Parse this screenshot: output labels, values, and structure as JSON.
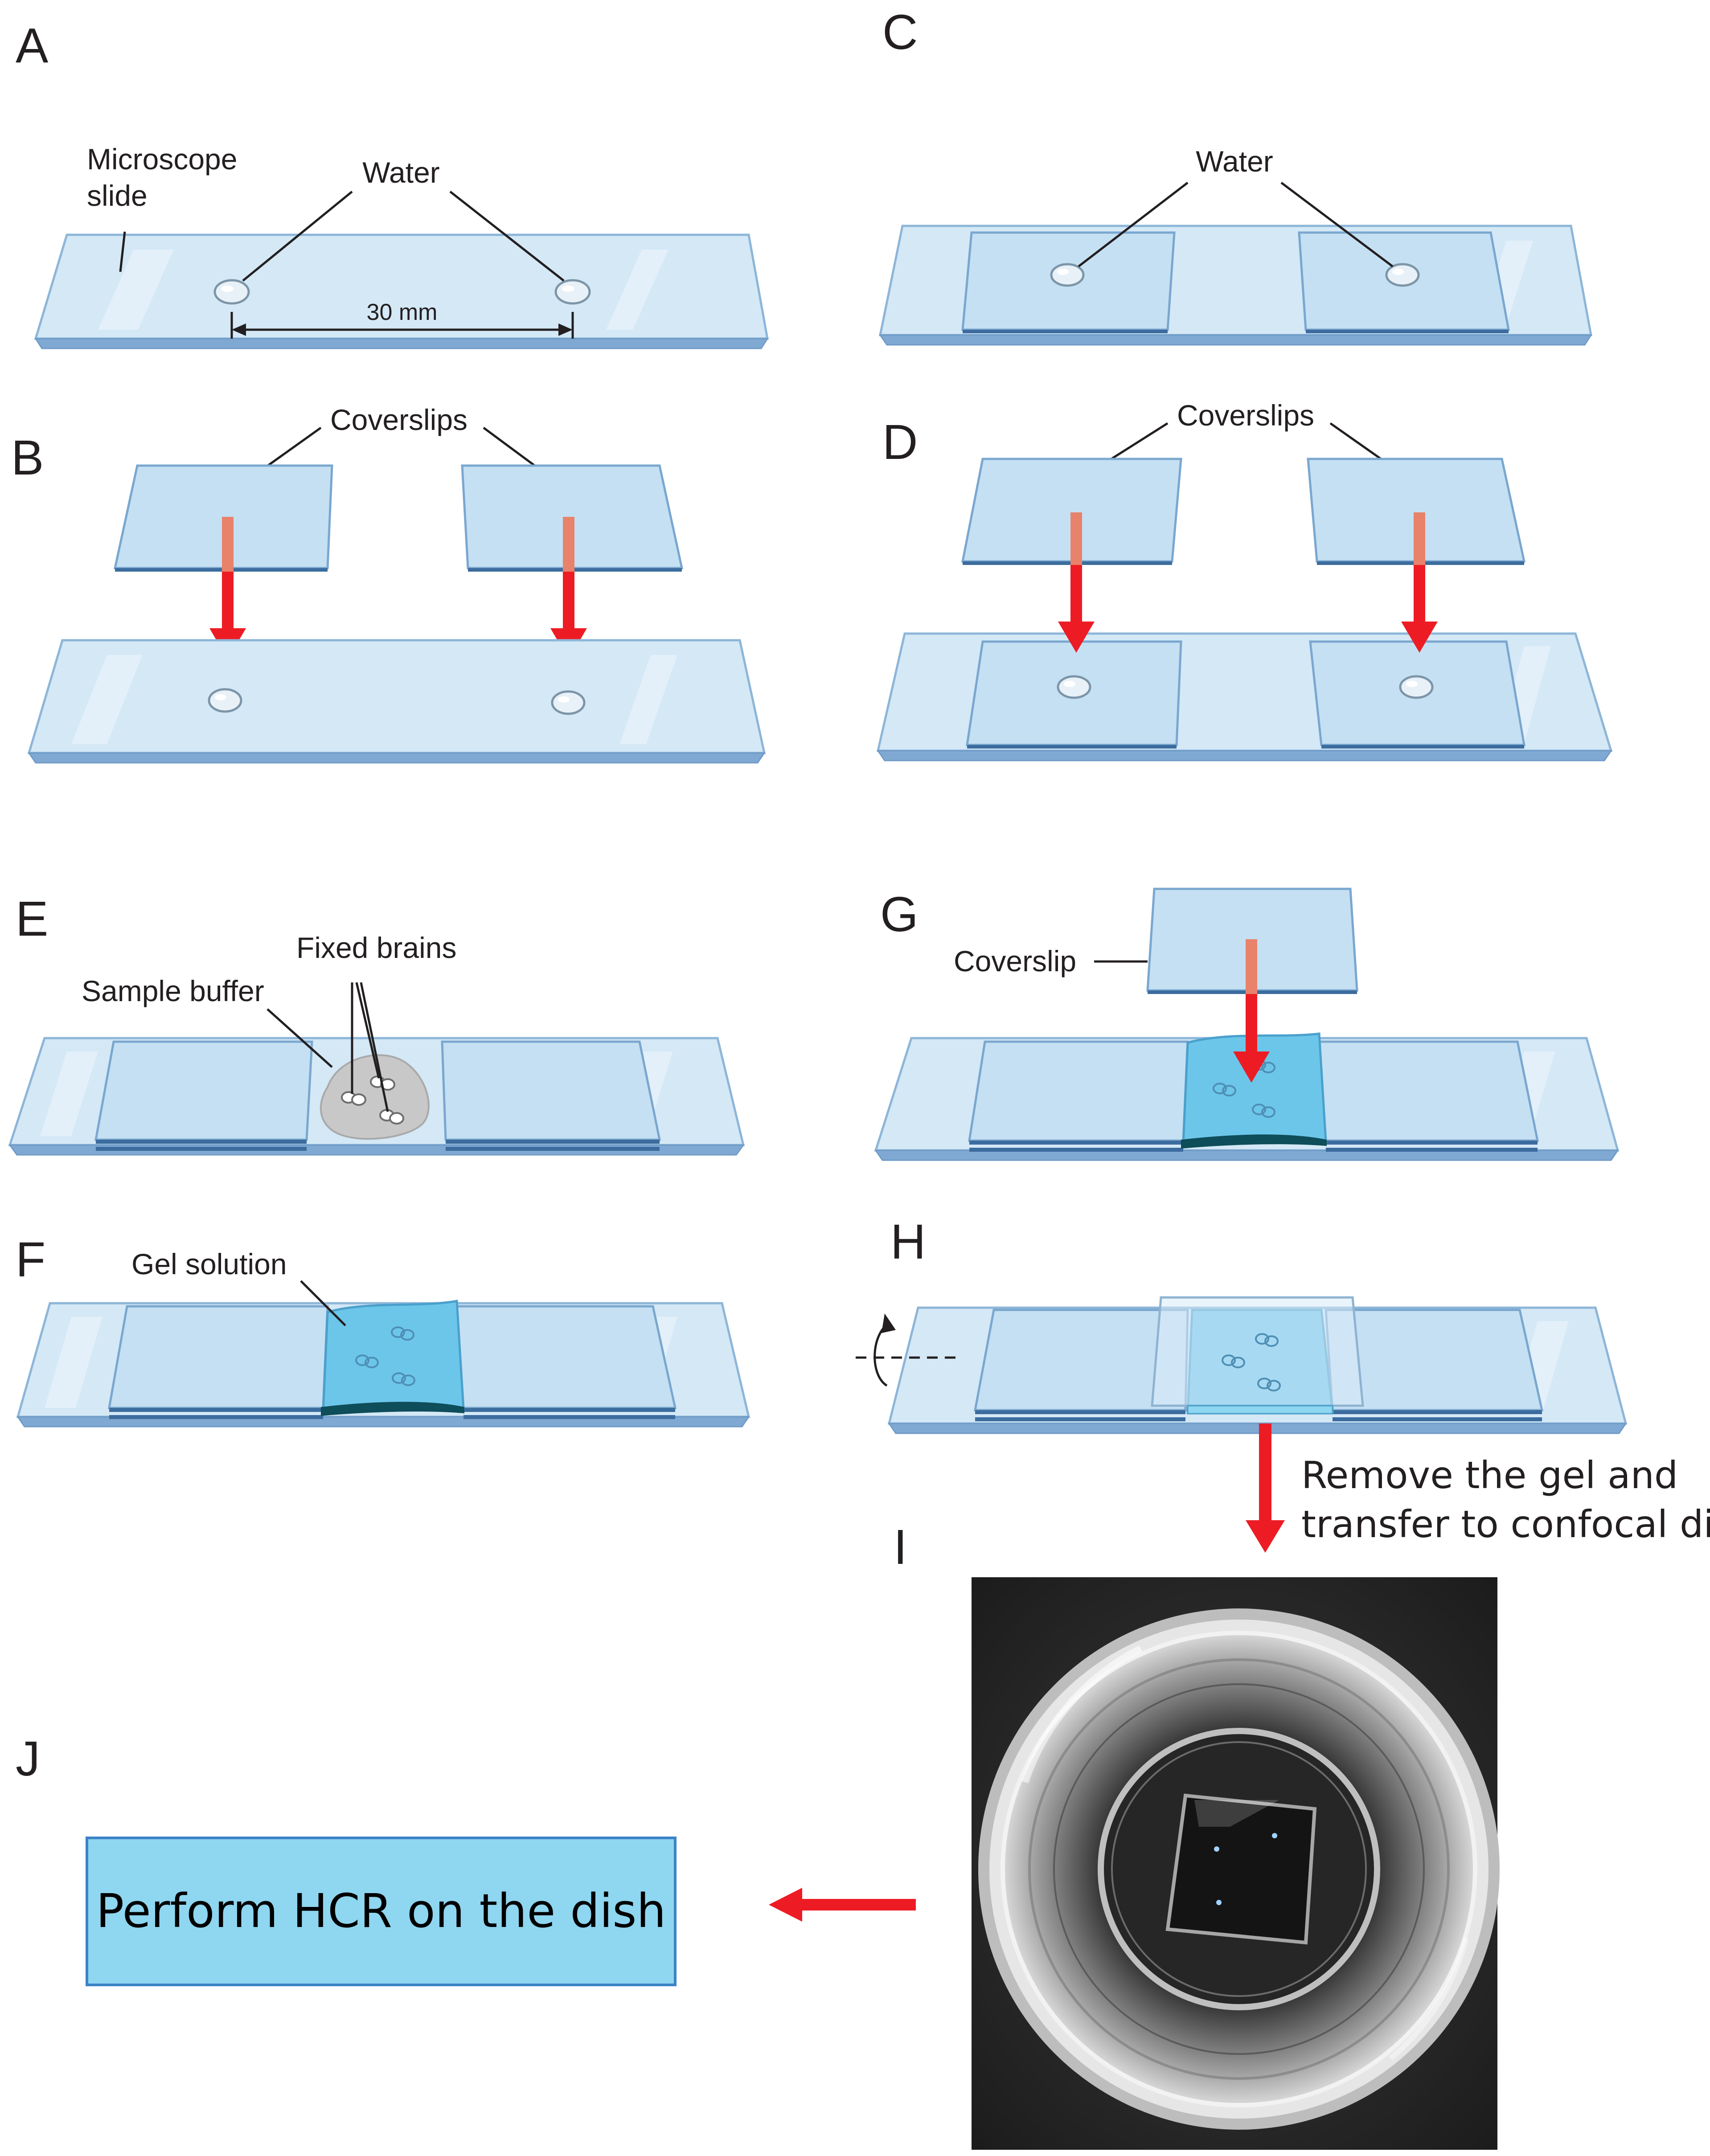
{
  "panels": {
    "a": {
      "letter": "A",
      "label_microscope": "Microscope",
      "label_slide": "slide",
      "label_water": "Water",
      "label_distance": "30 mm"
    },
    "b": {
      "letter": "B",
      "label_coverslips": "Coverslips"
    },
    "c": {
      "letter": "C",
      "label_water": "Water"
    },
    "d": {
      "letter": "D",
      "label_coverslips": "Coverslips"
    },
    "e": {
      "letter": "E",
      "label_sample_buffer": "Sample buffer",
      "label_fixed_brains": "Fixed brains"
    },
    "f": {
      "letter": "F",
      "label_gel_solution": "Gel solution"
    },
    "g": {
      "letter": "G",
      "label_coverslip": "Coverslip"
    },
    "h": {
      "letter": "H",
      "instruction_line1": "Remove the gel and",
      "instruction_line2": "transfer to confocal dish"
    },
    "i": {
      "letter": "I"
    },
    "j": {
      "letter": "J",
      "box_text": "Perform HCR on the dish",
      "box_color": "#8fd6f0"
    }
  },
  "colors": {
    "arrow": "#ed1c24",
    "slide": "#d4e8f6",
    "gel": "#6cc6ea"
  }
}
